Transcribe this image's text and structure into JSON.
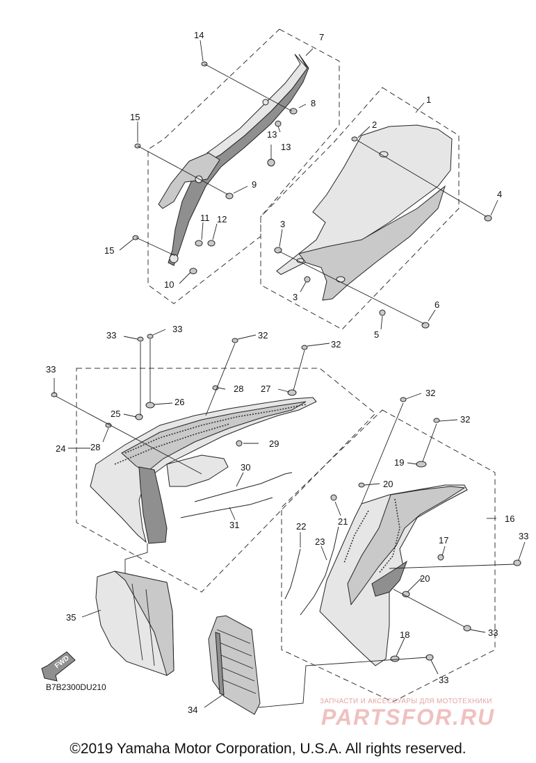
{
  "diagram": {
    "code": "B7B2300DU210",
    "fwd_label": "FWD",
    "callouts": {
      "c1": "1",
      "c2": "2",
      "c3a": "3",
      "c3b": "3",
      "c4": "4",
      "c5": "5",
      "c6": "6",
      "c7": "7",
      "c8": "8",
      "c9": "9",
      "c10": "10",
      "c11": "11",
      "c12": "12",
      "c13a": "13",
      "c13b": "13",
      "c14": "14",
      "c15a": "15",
      "c15b": "15",
      "c16": "16",
      "c17": "17",
      "c18": "18",
      "c19": "19",
      "c20a": "20",
      "c20b": "20",
      "c21": "21",
      "c22": "22",
      "c23": "23",
      "c24": "24",
      "c25": "25",
      "c26": "26",
      "c27": "27",
      "c28a": "28",
      "c28b": "28",
      "c29": "29",
      "c30": "30",
      "c31": "31",
      "c32a": "32",
      "c32b": "32",
      "c32c": "32",
      "c32d": "32",
      "c33a": "33",
      "c33b": "33",
      "c33c": "33",
      "c33d": "33",
      "c33e": "33",
      "c33f": "33",
      "c34": "34",
      "c35": "35"
    }
  },
  "watermark": {
    "tagline": "ЗАПЧАСТИ И АКСЕССУАРЫ ДЛЯ МОТОТЕХНИКИ",
    "brand": "PARTSFOR.RU"
  },
  "footer": {
    "copyright": "©2019 Yamaha Motor Corporation, U.S.A. All rights reserved."
  }
}
